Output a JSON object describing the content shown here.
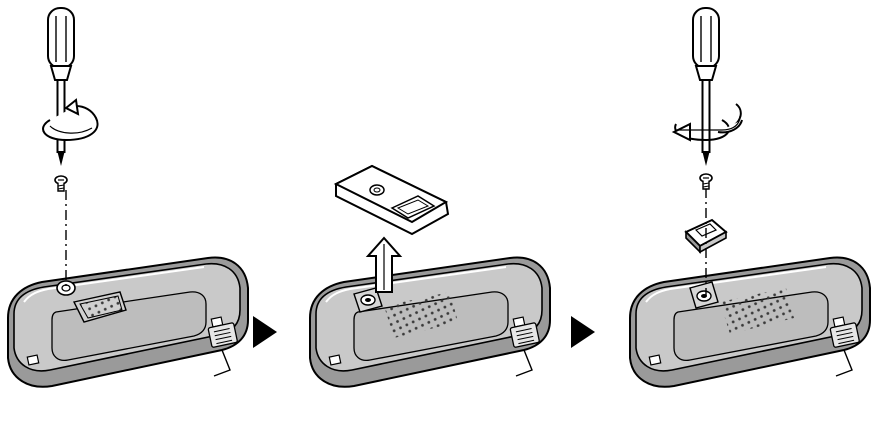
{
  "diagram": {
    "type": "instruction-illustration",
    "steps": [
      {
        "index": 1,
        "depicts": "remove-screw",
        "rotation": "counterclockwise"
      },
      {
        "index": 2,
        "depicts": "lift-cover"
      },
      {
        "index": 3,
        "depicts": "install-clip-and-screw",
        "rotation": "clockwise"
      }
    ],
    "step_arrow_icon": "triangle-right",
    "colors": {
      "line": "#000000",
      "body_fill": "#c9c9c9",
      "body_outer": "#9a9a9a",
      "panel_fill": "#bdbdbd",
      "highlight": "#ffffff",
      "speaker_dots": "#3a3a3a",
      "background": "#ffffff"
    }
  }
}
